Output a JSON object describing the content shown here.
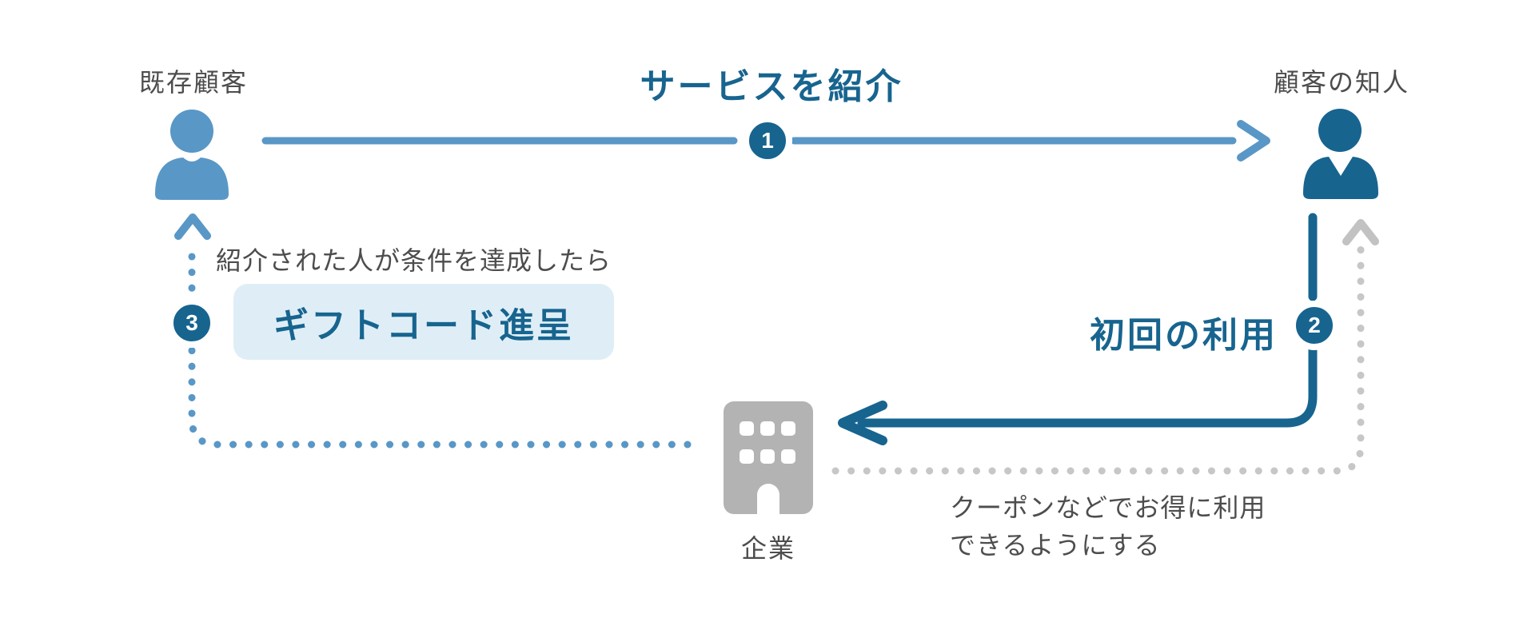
{
  "diagram": {
    "title_flow": "referral-program-flow",
    "actors": {
      "existing_customer": {
        "label": "既存顧客"
      },
      "acquaintance": {
        "label": "顧客の知人"
      },
      "company": {
        "label": "企業"
      }
    },
    "steps": [
      {
        "number": "1",
        "label": "サービスを紹介"
      },
      {
        "number": "2",
        "label": "初回の利用"
      },
      {
        "number": "3",
        "label": "ギフトコード進呈",
        "condition": "紹介された人が条件を達成したら"
      }
    ],
    "notes": {
      "coupon_line1": "クーポンなどでお得に利用",
      "coupon_line2": "できるようにする"
    },
    "colors": {
      "medium_blue": "#5997c6",
      "dark_blue": "#17648f",
      "light_blue_box": "#dfeef6",
      "icon_gray": "#b3b3b3",
      "dot_gray": "#c7c7c7",
      "text_gray": "#4d4d4d",
      "background": "#ffffff"
    }
  }
}
